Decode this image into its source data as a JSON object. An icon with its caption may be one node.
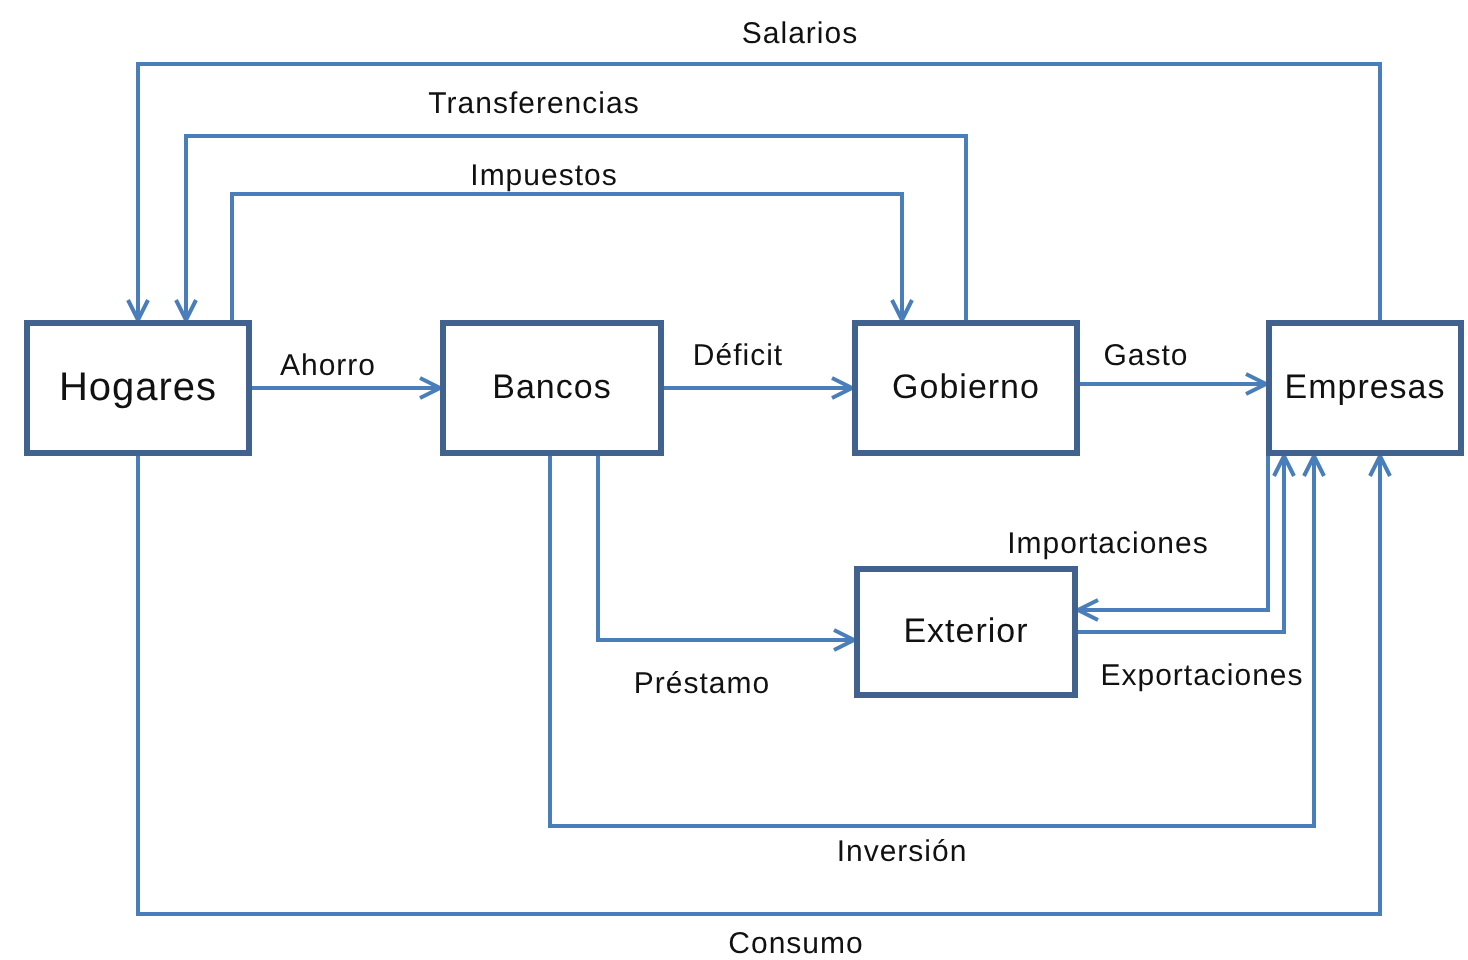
{
  "diagram": {
    "nodes": [
      {
        "text": [
          "Hogares"
        ]
      },
      {
        "text": [
          "Bancos"
        ]
      },
      {
        "text": [
          "Gobierno"
        ]
      },
      {
        "text": [
          "Empresas"
        ]
      },
      {
        "text": [
          "Exterior"
        ]
      }
    ],
    "edges": [
      {
        "from": 3,
        "to": 0,
        "arrow": "to",
        "label": "Salarios"
      },
      {
        "from": 2,
        "to": 0,
        "arrow": "to",
        "label": "Transferencias"
      },
      {
        "from": 0,
        "to": 2,
        "arrow": "to",
        "label": "Impuestos"
      },
      {
        "from": 0,
        "to": 1,
        "arrow": "to",
        "label": "Ahorro"
      },
      {
        "from": 1,
        "to": 2,
        "arrow": "to",
        "label": "Déficit"
      },
      {
        "from": 2,
        "to": 3,
        "arrow": "to",
        "label": "Gasto"
      },
      {
        "from": 1,
        "to": 4,
        "arrow": "to",
        "label": "Préstamo"
      },
      {
        "from": 3,
        "to": 4,
        "arrow": "to",
        "label": "Importaciones"
      },
      {
        "from": 4,
        "to": 3,
        "arrow": "to",
        "label": "Exportaciones"
      },
      {
        "from": 1,
        "to": 3,
        "arrow": "to",
        "label": "Inversión"
      },
      {
        "from": 0,
        "to": 3,
        "arrow": "to",
        "label": "Consumo"
      }
    ]
  }
}
